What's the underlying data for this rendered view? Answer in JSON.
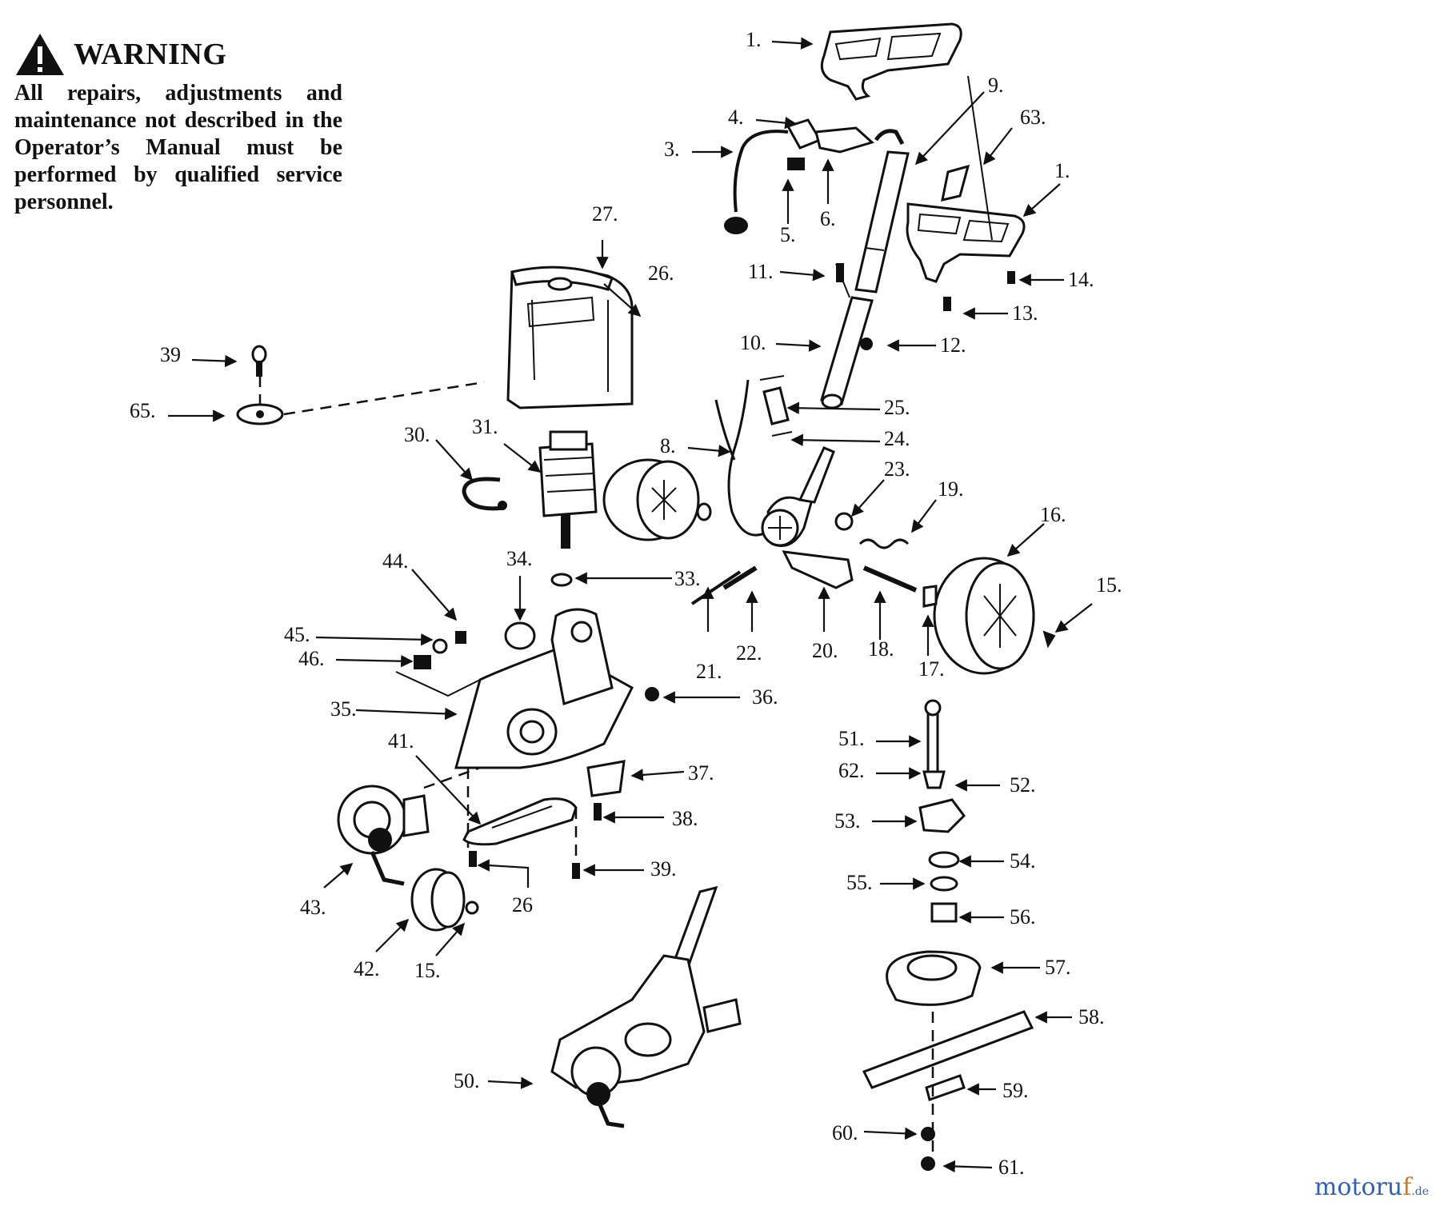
{
  "warning": {
    "title": "WARNING",
    "text": "All repairs, adjustments and maintenance not described in the Operator’s Manual must be performed by qualified service personnel."
  },
  "callouts": {
    "c1a": "1.",
    "c1b": "1.",
    "c3": "3.",
    "c4": "4.",
    "c5": "5.",
    "c6": "6.",
    "c8": "8.",
    "c9": "9.",
    "c10": "10.",
    "c11": "11.",
    "c12": "12.",
    "c13": "13.",
    "c14": "14.",
    "c15a": "15.",
    "c15b": "15.",
    "c16": "16.",
    "c17": "17.",
    "c18": "18.",
    "c19": "19.",
    "c20": "20.",
    "c21": "21.",
    "c22": "22.",
    "c23": "23.",
    "c24": "24.",
    "c25": "25.",
    "c26a": "26.",
    "c26b": "26",
    "c27": "27.",
    "c30": "30.",
    "c31": "31.",
    "c33": "33.",
    "c34": "34.",
    "c35": "35.",
    "c36": "36.",
    "c37": "37.",
    "c38": "38.",
    "c39a": "39",
    "c39b": "39.",
    "c41": "41.",
    "c42": "42.",
    "c43": "43.",
    "c44": "44.",
    "c45": "45.",
    "c46": "46.",
    "c50": "50.",
    "c51": "51.",
    "c52": "52.",
    "c53": "53.",
    "c54": "54.",
    "c55": "55.",
    "c56": "56.",
    "c57": "57.",
    "c58": "58.",
    "c59": "59.",
    "c60": "60.",
    "c61": "61.",
    "c62": "62.",
    "c63": "63.",
    "c65": "65."
  },
  "watermark": {
    "main": "motoru",
    "accent": "f",
    "tld": ".de"
  },
  "colors": {
    "line": "#111111",
    "watermark_blue": "#2b63b8",
    "watermark_orange": "#d27a1e"
  }
}
